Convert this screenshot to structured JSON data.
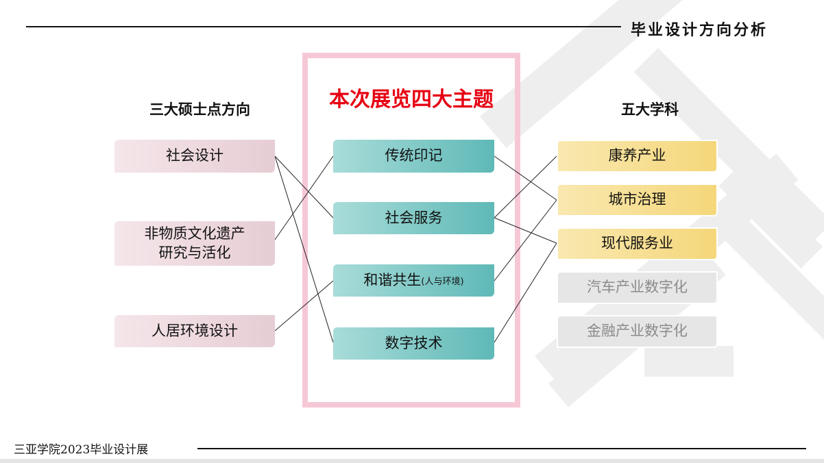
{
  "header": {
    "title": "毕业设计方向分析"
  },
  "footer": {
    "text": "三亚学院2023毕业设计展"
  },
  "left": {
    "title": "三大硕士点方向",
    "items": [
      "社会设计",
      "非物质文化遗产\n研究与活化",
      "人居环境设计"
    ]
  },
  "center": {
    "title": "本次展览四大主题",
    "items": [
      "传统印记",
      "社会服务",
      "和谐共生",
      "数字技术"
    ],
    "note": "(人与环境)"
  },
  "right": {
    "title": "五大学科",
    "active": [
      "康养产业",
      "城市治理",
      "现代服务业"
    ],
    "inactive": [
      "汽车产业数字化",
      "金融产业数字化"
    ]
  },
  "colors": {
    "frame": "#f6c8d6",
    "title_red": "#e60012"
  }
}
